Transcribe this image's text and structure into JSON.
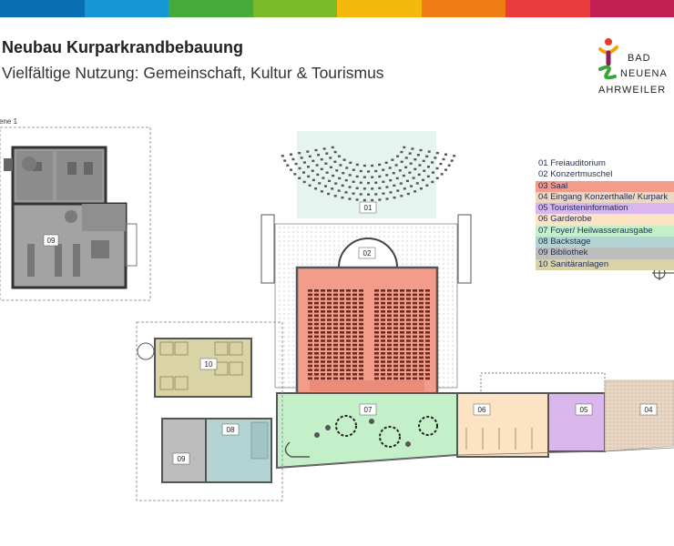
{
  "header": {
    "title": "Neubau Kurparkrandbebauung",
    "subtitle": "Vielfältige Nutzung: Gemeinschaft, Kultur & Tourismus"
  },
  "logo": {
    "line1": "BAD",
    "line2": "NEUENA",
    "line3": "AHRWEILER",
    "icon": "figure-logo-icon"
  },
  "stripe_colors": [
    "#0a6fb2",
    "#1597d4",
    "#45ab3a",
    "#7ab928",
    "#f5b80d",
    "#ef7d14",
    "#ea3c3c",
    "#c21f55"
  ],
  "level_label": "ene 1",
  "legend": [
    {
      "label": "01 Freiauditorium",
      "color": "#ffffff"
    },
    {
      "label": "02 Konzertmuschel",
      "color": "#ffffff"
    },
    {
      "label": "03 Saal",
      "color": "#f39c8a"
    },
    {
      "label": "04 Eingang Konzerthalle/ Kurpark",
      "color": "#ecd8c2"
    },
    {
      "label": "05 Touristeninformation",
      "color": "#d9b6ec"
    },
    {
      "label": "06 Garderobe",
      "color": "#fbe3c4"
    },
    {
      "label": "07 Foyer/ Heilwasserausgabe",
      "color": "#c4f0c9"
    },
    {
      "label": "08 Backstage",
      "color": "#b4d4d4"
    },
    {
      "label": "09 Bibliothek",
      "color": "#bdbdbd"
    },
    {
      "label": "10 Sanitäranlagen",
      "color": "#d9d3a6"
    }
  ],
  "rooms": {
    "r01": "01",
    "r02": "02",
    "r04": "04",
    "r05": "05",
    "r06": "06",
    "r07": "07",
    "r08": "08",
    "r09a": "09",
    "r09b": "09",
    "r10": "10"
  }
}
